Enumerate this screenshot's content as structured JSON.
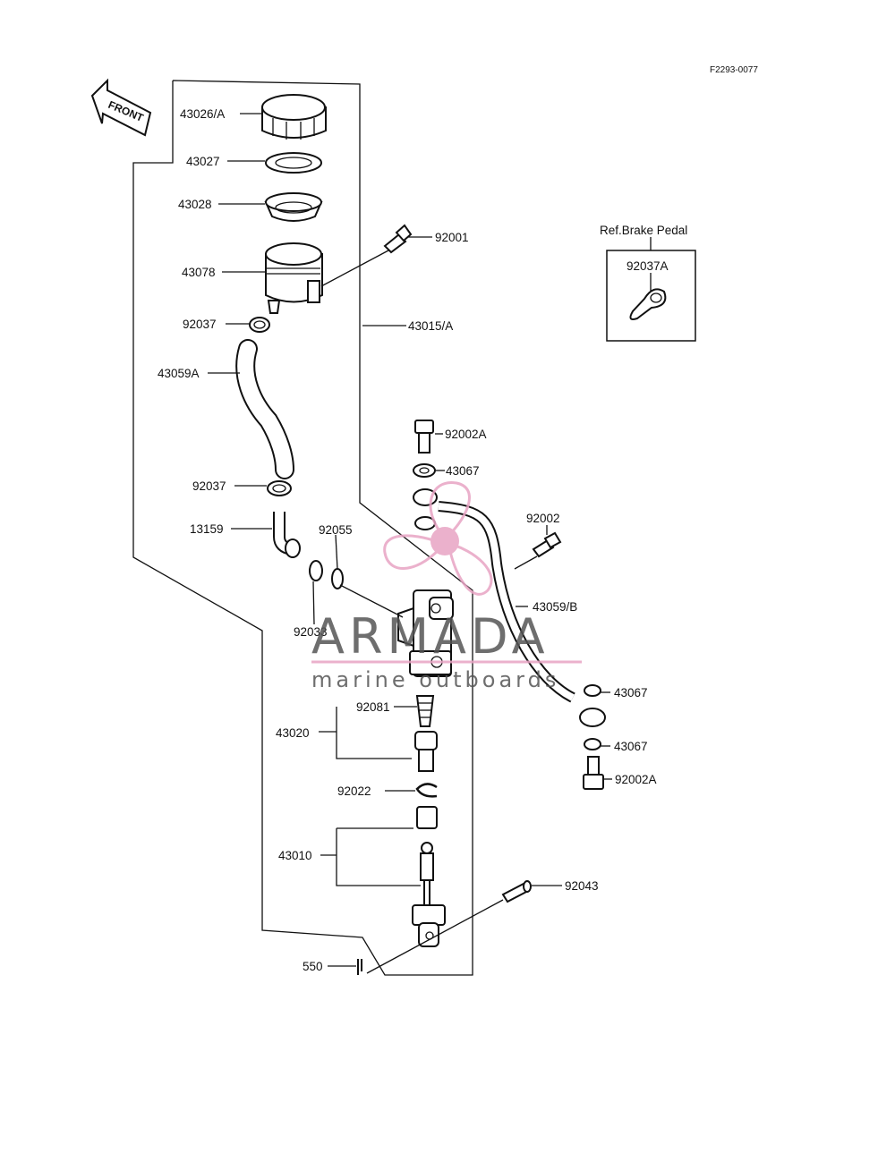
{
  "drawing_code": "F2293-0077",
  "front_label": "FRONT",
  "ref_box": {
    "title": "Ref.Brake Pedal",
    "part": "92037A"
  },
  "parts": [
    "43026/A",
    "43027",
    "43028",
    "92001",
    "43078",
    "92037",
    "43015/A",
    "43059A",
    "92002A",
    "43067",
    "92037",
    "92002",
    "13159",
    "92055",
    "43059/B",
    "92033",
    "43067",
    "92081",
    "43020",
    "43067",
    "92002A",
    "92022",
    "43010",
    "92043",
    "550"
  ],
  "watermark": {
    "brand": "ARMADA",
    "tagline": "marine outboards",
    "accent": "#e8a4c4",
    "line": "#e8a4c4"
  }
}
